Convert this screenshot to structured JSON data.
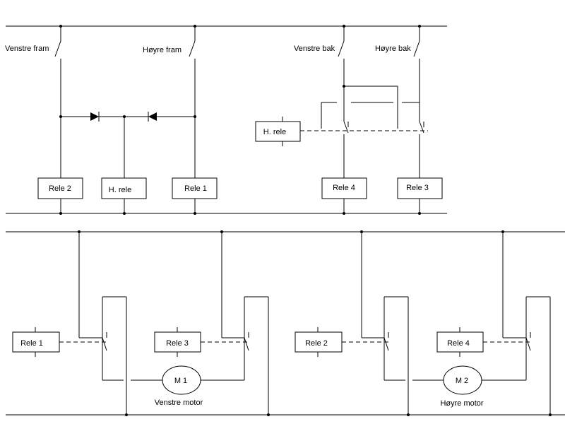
{
  "labels": {
    "venstre_fram": "Venstre fram",
    "hoyre_fram": "Høyre fram",
    "venstre_bak": "Venstre bak",
    "hoyre_bak": "Høyre bak",
    "venstre_motor": "Venstre motor",
    "hoyre_motor": "Høyre motor"
  },
  "relays": {
    "rele1": "Rele 1",
    "rele2": "Rele 2",
    "rele3": "Rele 3",
    "rele4": "Rele 4",
    "h_rele": "H. rele"
  },
  "motors": {
    "m1": "M 1",
    "m2": "M 2"
  }
}
